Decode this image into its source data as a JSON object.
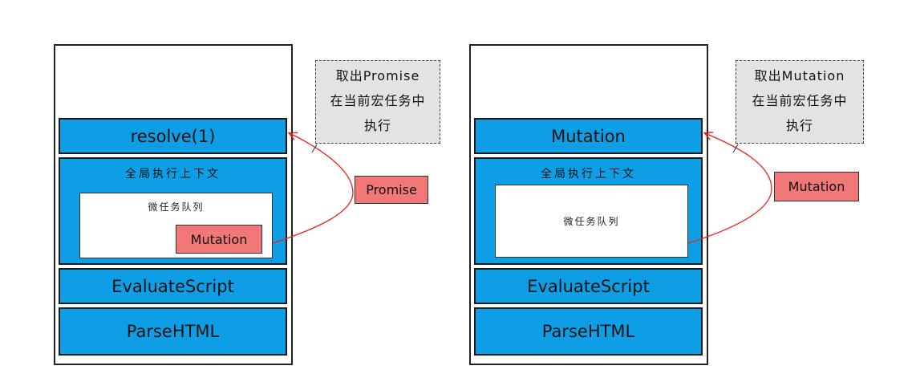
{
  "left": {
    "frames": {
      "top": "resolve(1)",
      "global": "全局执行上下文",
      "queue": "微任务队列",
      "queued_task": "Mutation",
      "evaluate": "EvaluateScript",
      "parse": "ParseHTML"
    },
    "note": {
      "line1": "取出Promise",
      "line2": "在当前宏任务中",
      "line3": "执行"
    },
    "moving_task": "Promise"
  },
  "right": {
    "frames": {
      "top": "Mutation",
      "global": "全局执行上下文",
      "queue": "微任务队列",
      "evaluate": "EvaluateScript",
      "parse": "ParseHTML"
    },
    "note": {
      "line1": "取出Mutation",
      "line2": "在当前宏任务中",
      "line3": "执行"
    },
    "moving_task": "Mutation"
  },
  "colors": {
    "frame_fill": "#0d9ee6",
    "task_fill": "#f27878",
    "note_fill": "#e3e3e3",
    "arrow": "#e8231f"
  }
}
